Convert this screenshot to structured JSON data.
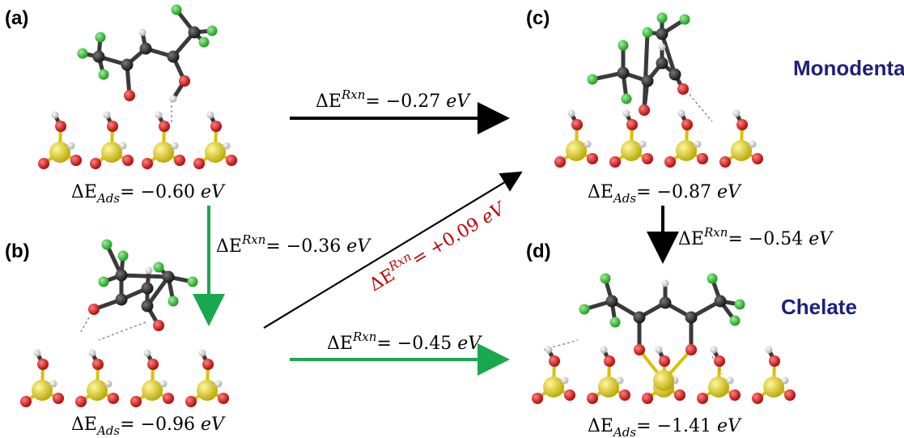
{
  "panels": {
    "a": {
      "label": "(a)",
      "energy": {
        "symbol": "ΔE",
        "sub": "Ads",
        "value": "= −0.60",
        "unit": "eV"
      }
    },
    "b": {
      "label": "(b)",
      "energy": {
        "symbol": "ΔE",
        "sub": "Ads",
        "value": "= −0.96",
        "unit": "eV"
      }
    },
    "c": {
      "label": "(c)",
      "energy": {
        "symbol": "ΔE",
        "sub": "Ads",
        "value": "= −0.87",
        "unit": "eV"
      }
    },
    "d": {
      "label": "(d)",
      "energy": {
        "symbol": "ΔE",
        "sub": "Ads",
        "value": "= −1.41",
        "unit": "eV"
      }
    }
  },
  "reactions": {
    "a_to_c": {
      "symbol": "ΔE",
      "sup": "Rxn",
      "value": "= −0.27",
      "unit": "eV"
    },
    "a_to_b": {
      "symbol": "ΔE",
      "sup": "Rxn",
      "value": "= −0.36",
      "unit": "eV"
    },
    "b_to_c": {
      "symbol": "ΔE",
      "sup": "Rxn",
      "value": "= +0.09",
      "unit": "eV"
    },
    "c_to_d": {
      "symbol": "ΔE",
      "sup": "Rxn",
      "value": "= −0.54",
      "unit": "eV"
    },
    "b_to_d": {
      "symbol": "ΔE",
      "sup": "Rxn",
      "value": "= −0.45",
      "unit": "eV"
    }
  },
  "modes": {
    "monodentate": "Monodentate",
    "chelate": "Chelate"
  },
  "colors": {
    "arrow_black": "#000000",
    "arrow_green": "#1aa84e",
    "uphill_red": "#c00000",
    "mode_navy": "#1f1f7a",
    "atom_carbon": "#2a2a2a",
    "atom_fluorine": "#2fc22f",
    "atom_oxygen": "#e01010",
    "atom_hydrogen": "#e8e8e8",
    "atom_metal": "#e6d21e"
  }
}
